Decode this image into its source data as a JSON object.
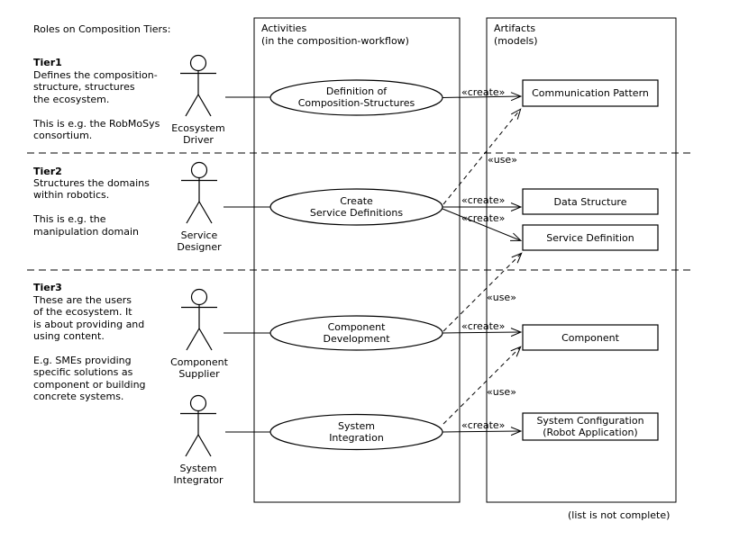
{
  "title": "Roles on Composition Tiers:",
  "columns": {
    "activities": {
      "title": "Activities",
      "subtitle": "(in the composition-workflow)"
    },
    "artifacts": {
      "title": "Artifacts",
      "subtitle": "(models)"
    }
  },
  "tiers": [
    {
      "name": "Tier1",
      "description": "Defines the composition-\nstructure, structures\nthe ecosystem.\n\nThis is e.g. the RobMoSys\nconsortium."
    },
    {
      "name": "Tier2",
      "description": "Structures the domains\nwithin robotics.\n\nThis is e.g. the\nmanipulation domain"
    },
    {
      "name": "Tier3",
      "description": "These are the users\nof the ecosystem. It\nis about providing and\nusing content.\n\nE.g. SMEs providing\nspecific solutions as\ncomponent or building\nconcrete systems."
    }
  ],
  "actors": [
    {
      "label": "Ecosystem\nDriver"
    },
    {
      "label": "Service\nDesigner"
    },
    {
      "label": "Component\nSupplier"
    },
    {
      "label": "System\nIntegrator"
    }
  ],
  "activities": [
    {
      "label": "Definition of\nComposition-Structures"
    },
    {
      "label": "Create\nService Definitions"
    },
    {
      "label": "Component\nDevelopment"
    },
    {
      "label": "System\nIntegration"
    }
  ],
  "artifacts": [
    {
      "label": "Communication Pattern"
    },
    {
      "label": "Data Structure"
    },
    {
      "label": "Service Definition"
    },
    {
      "label": "Component"
    },
    {
      "label": "System Configuration\n(Robot Application)"
    }
  ],
  "edge_labels": {
    "create": "«create»",
    "use": "«use»"
  },
  "footnote": "(list is not complete)",
  "colors": {
    "line": "#000000",
    "background": "#ffffff"
  }
}
